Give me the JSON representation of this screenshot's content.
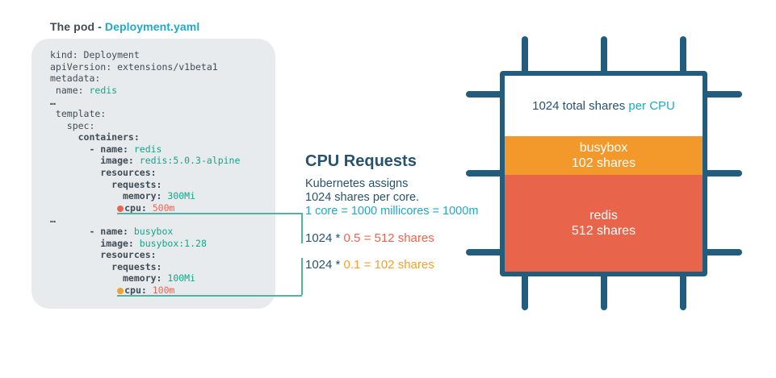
{
  "header": {
    "title_prefix": "The pod - ",
    "title_file": "Deployment.yaml"
  },
  "code": {
    "lines": [
      {
        "segments": [
          {
            "t": "kind: Deployment",
            "c": "plain"
          }
        ]
      },
      {
        "segments": [
          {
            "t": "apiVersion: extensions/v1beta1",
            "c": "plain"
          }
        ]
      },
      {
        "segments": [
          {
            "t": "metadata:",
            "c": "plain"
          }
        ]
      },
      {
        "segments": [
          {
            "t": " name: ",
            "c": "plain"
          },
          {
            "t": "redis",
            "c": "teal"
          }
        ]
      },
      {
        "segments": [
          {
            "t": "…",
            "c": "bold"
          }
        ]
      },
      {
        "segments": [
          {
            "t": " template:",
            "c": "plain"
          }
        ]
      },
      {
        "segments": [
          {
            "t": "   spec:",
            "c": "plain"
          }
        ]
      },
      {
        "segments": [
          {
            "t": "     containers:",
            "c": "bold"
          }
        ]
      },
      {
        "segments": [
          {
            "t": "       - name: ",
            "c": "bold"
          },
          {
            "t": "redis",
            "c": "teal"
          }
        ]
      },
      {
        "segments": [
          {
            "t": "         image: ",
            "c": "bold"
          },
          {
            "t": "redis:5.0.3-alpine",
            "c": "teal"
          }
        ]
      },
      {
        "segments": [
          {
            "t": "         resources:",
            "c": "bold"
          }
        ]
      },
      {
        "segments": [
          {
            "t": "           requests:",
            "c": "bold"
          }
        ]
      },
      {
        "segments": [
          {
            "t": "             memory: ",
            "c": "bold"
          },
          {
            "t": "300Mi",
            "c": "teal"
          }
        ]
      },
      {
        "segments": [
          {
            "t": "            ",
            "c": "plain"
          },
          {
            "dot": "#ec6450"
          },
          {
            "t": "cpu: ",
            "c": "bold"
          },
          {
            "t": "500m",
            "c": "salmon"
          }
        ]
      },
      {
        "segments": [
          {
            "t": "…",
            "c": "bold"
          }
        ]
      },
      {
        "segments": [
          {
            "t": "       - name: ",
            "c": "bold"
          },
          {
            "t": "busybox",
            "c": "teal"
          }
        ]
      },
      {
        "segments": [
          {
            "t": "         image: ",
            "c": "bold"
          },
          {
            "t": "busybox:1.28",
            "c": "teal"
          }
        ]
      },
      {
        "segments": [
          {
            "t": "         resources:",
            "c": "bold"
          }
        ]
      },
      {
        "segments": [
          {
            "t": "           requests:",
            "c": "bold"
          }
        ]
      },
      {
        "segments": [
          {
            "t": "             memory: ",
            "c": "bold"
          },
          {
            "t": "100Mi",
            "c": "teal"
          }
        ]
      },
      {
        "segments": [
          {
            "t": "            ",
            "c": "plain"
          },
          {
            "dot": "#f4a02c"
          },
          {
            "t": "cpu: ",
            "c": "bold"
          },
          {
            "t": "100m",
            "c": "salmon"
          }
        ]
      }
    ]
  },
  "cpu_requests": {
    "title": "CPU Requests",
    "line1": "Kubernetes assigns",
    "line2": "1024 shares per core.",
    "line3": "1 core = 1000 millicores = 1000m",
    "equations": [
      {
        "prefix": "1024 * ",
        "rest": "0.5 = 512 shares"
      },
      {
        "prefix": "1024 * ",
        "rest": "0.1 = 102 shares"
      }
    ]
  },
  "chip": {
    "total_dark": "1024 total shares ",
    "total_cyan": "per CPU",
    "sections": [
      {
        "name": "busybox",
        "shares": "102 shares"
      },
      {
        "name": "redis",
        "shares": "512 shares"
      }
    ]
  },
  "colors": {
    "navy_text": "#27536f",
    "cyan_accent": "#1fa9c9",
    "teal_value": "#10a789",
    "salmon_value": "#ec6450",
    "orange_value": "#f4a02c",
    "connector_teal": "#52b3a2",
    "chip_border": "#235d7d",
    "chip_busybox": "#f3992b",
    "chip_redis": "#e8644a",
    "code_box_bg": "#e8ebee"
  }
}
